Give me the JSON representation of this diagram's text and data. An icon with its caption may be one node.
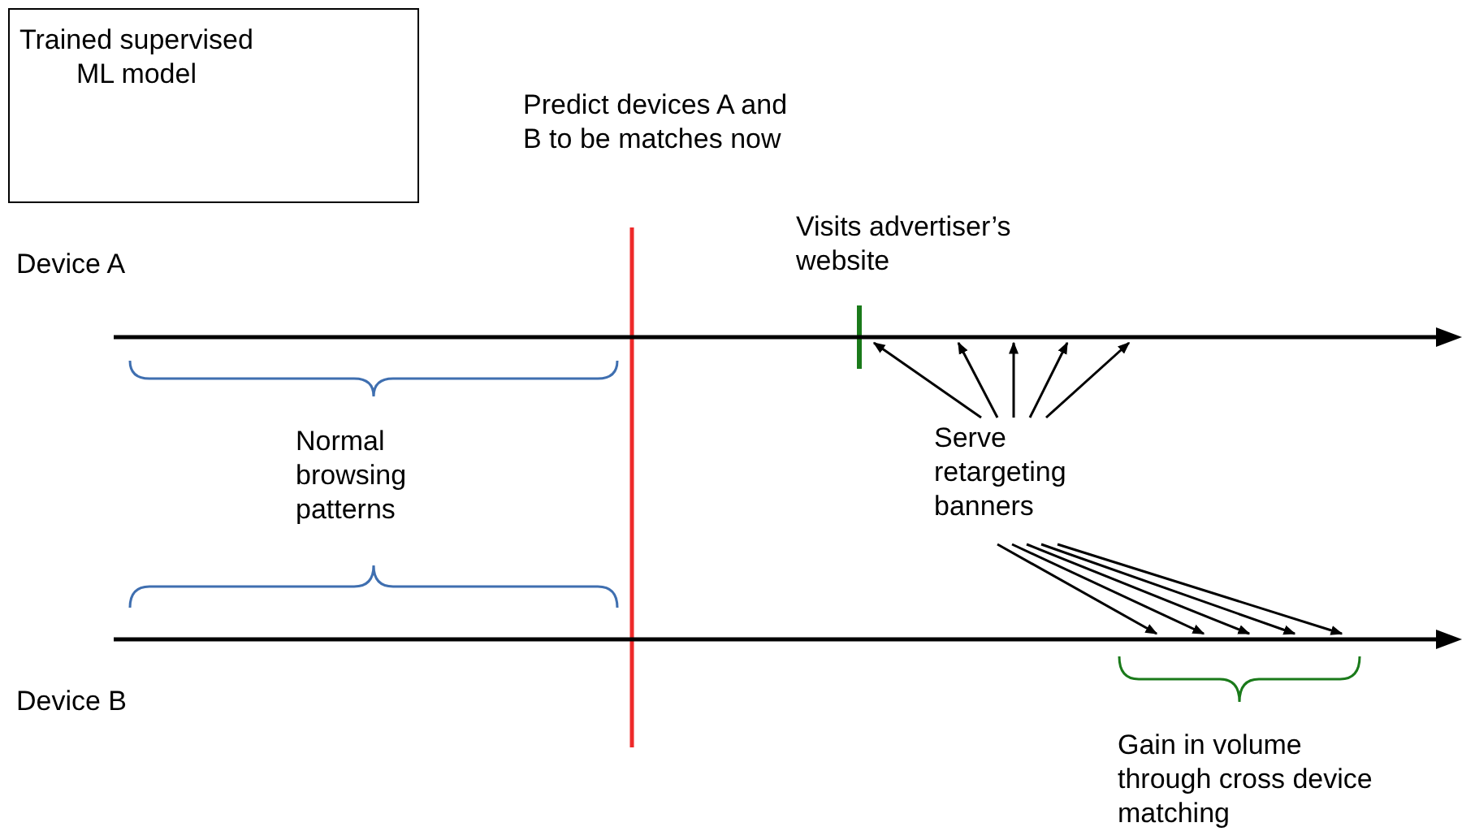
{
  "diagram": {
    "nodes": [
      {
        "text": [
          "Trained supervised ML model"
        ]
      },
      {
        "text": [],
        "shape": "line",
        "beside": [
          "Device A"
        ]
      },
      {
        "text": [],
        "shape": "line",
        "beside": [
          "Device B"
        ]
      },
      {
        "text": [
          "Serve retargeting banners"
        ]
      }
    ],
    "edges": [
      {
        "from": 3,
        "to": 1,
        "arrow": "to"
      },
      {
        "from": 3,
        "to": 1,
        "arrow": "to"
      },
      {
        "from": 3,
        "to": 1,
        "arrow": "to"
      },
      {
        "from": 3,
        "to": 1,
        "arrow": "to"
      },
      {
        "from": 3,
        "to": 1,
        "arrow": "to"
      },
      {
        "from": 3,
        "to": 2,
        "arrow": "to"
      },
      {
        "from": 3,
        "to": 2,
        "arrow": "to"
      },
      {
        "from": 3,
        "to": 2,
        "arrow": "to"
      },
      {
        "from": 3,
        "to": 2,
        "arrow": "to"
      },
      {
        "from": 3,
        "to": 2,
        "arrow": "to"
      }
    ],
    "labels": [
      "Predict devices A and B to be matches now",
      "Visits advertiser’s website",
      "Normal browsing patterns",
      "Gain in volume through cross device matching"
    ]
  }
}
